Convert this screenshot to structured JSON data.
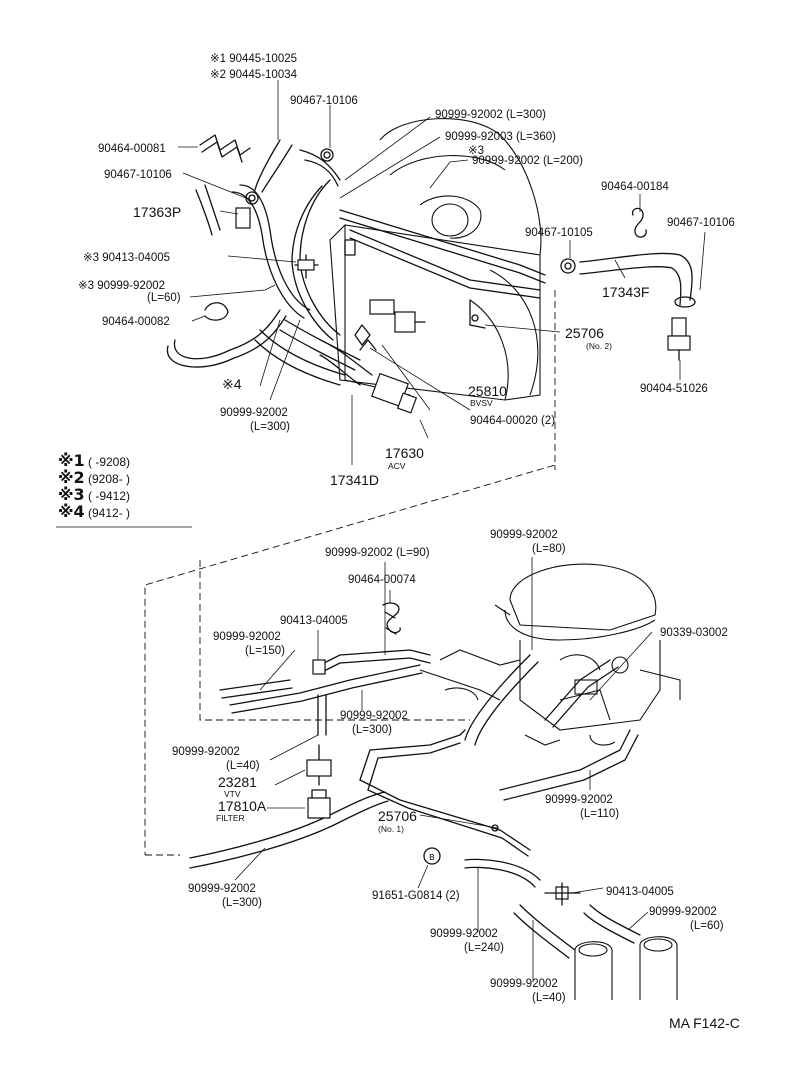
{
  "labels": {
    "p90445_10025": "※1 90445-10025",
    "p90445_10034": "※2 90445-10034",
    "p90467_10106_a": "90467-10106",
    "p90999_92002_l300_top": "90999-92002 (L=300)",
    "p90999_92003_l360": "90999-92003 (L=360)",
    "note3_top": "※3",
    "p90999_92002_l200": "90999-92002 (L=200)",
    "p90464_00081": "90464-00081",
    "p90467_10106_b": "90467-10106",
    "p17363P": "17363P",
    "p90464_00184": "90464-00184",
    "p90467_10106_c": "90467-10106",
    "p90467_10105": "90467-10105",
    "p90413_04005_a": "※3 90413-04005",
    "p90999_92002_l60_a": "※3 90999-92002",
    "p90999_92002_l60_a_len": "(L=60)",
    "p17343F": "17343F",
    "p90464_00082": "90464-00082",
    "p25706_no2": "25706",
    "p25706_no2_sub": "(No. 2)",
    "note4": "※4",
    "p25810": "25810",
    "p25810_sub": "BVSV",
    "p90404_51026": "90404-51026",
    "p90999_92002_l300_b": "90999-92002",
    "p90999_92002_l300_b_len": "(L=300)",
    "p90464_00020": "90464-00020 (2)",
    "p17630": "17630",
    "p17630_sub": "ACV",
    "p17341D": "17341D",
    "p90999_92002_l90": "90999-92002 (L=90)",
    "p90999_92002_l80": "90999-92002",
    "p90999_92002_l80_len": "(L=80)",
    "p90464_00074": "90464-00074",
    "p90413_04005_b": "90413-04005",
    "p90339_03002": "90339-03002",
    "p90999_92002_l150": "90999-92002",
    "p90999_92002_l150_len": "(L=150)",
    "p90999_92002_l300_c": "90999-92002",
    "p90999_92002_l300_c_len": "(L=300)",
    "p90999_92002_l40_a": "90999-92002",
    "p90999_92002_l40_a_len": "(L=40)",
    "p23281": "23281",
    "p23281_sub": "VTV",
    "p17810A": "17810A",
    "p17810A_sub": "FILTER",
    "p90999_92002_l110": "90999-92002",
    "p90999_92002_l110_len": "(L=110)",
    "p25706_no1": "25706",
    "p25706_no1_sub": "(No. 1)",
    "p90999_92002_l300_d": "90999-92002",
    "p90999_92002_l300_d_len": "(L=300)",
    "p91651_60814": "91651-G0814 (2)",
    "p90413_04005_c": "90413-04005",
    "p90999_92002_l240": "90999-92002",
    "p90999_92002_l240_len": "(L=240)",
    "p90999_92002_l60_b": "90999-92002",
    "p90999_92002_l60_b_len": "(L=60)",
    "p90999_92002_l40_b": "90999-92002",
    "p90999_92002_l40_b_len": "(L=40)",
    "bolt_b": "B"
  },
  "legend": {
    "row1_mark": "※1",
    "row1_range": "(      -9208)",
    "row2_mark": "※2",
    "row2_range": "(9208-      )",
    "row3_mark": "※3",
    "row3_range": "(      -9412)",
    "row4_mark": "※4",
    "row4_range": "(9412-      )"
  },
  "footer": {
    "code": "MA  F142-C"
  }
}
